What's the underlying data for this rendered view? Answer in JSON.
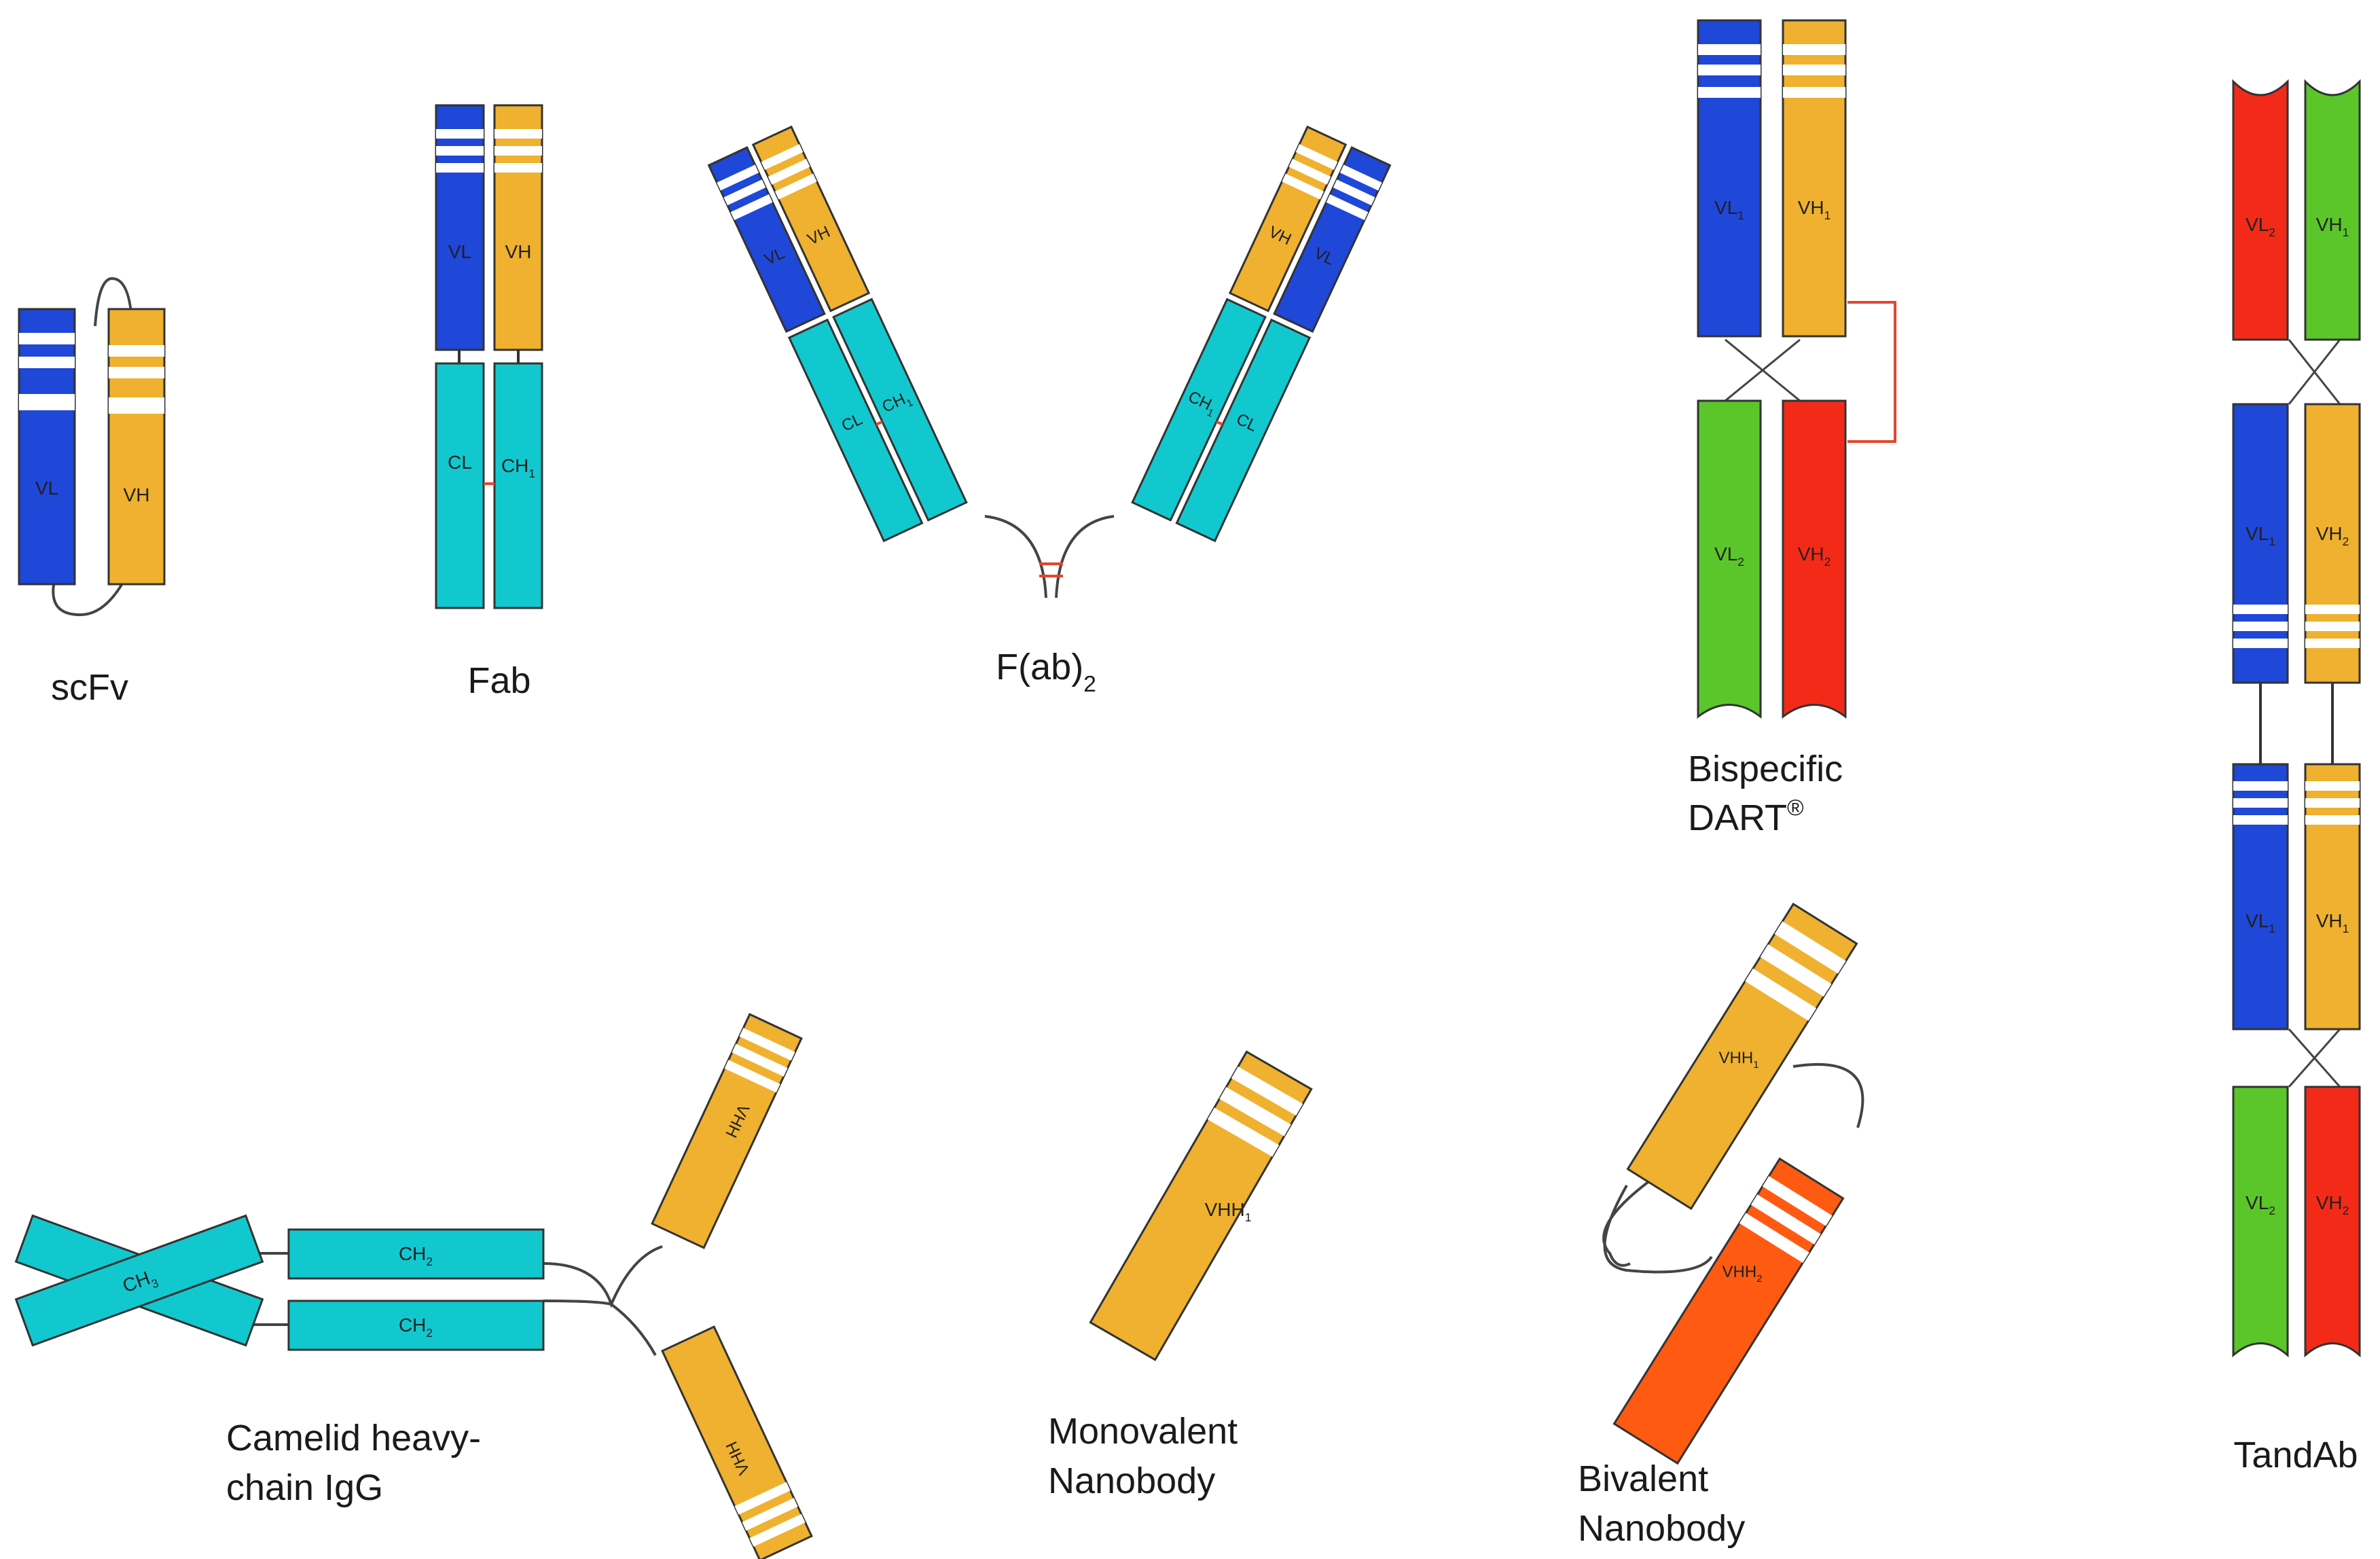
{
  "colors": {
    "vl": "#1f47d8",
    "vh": "#efb12f",
    "const": "#12c8cf",
    "vl2": "#5ac62a",
    "vh2": "#f42a18",
    "vhh2": "#ff5a12",
    "disulfide": "#e8432e",
    "linker": "#444444",
    "cdr": "#ffffff"
  },
  "captions": {
    "scfv": "scFv",
    "fab": "Fab",
    "fab2_main": "F(ab)",
    "fab2_sub": "2",
    "dart_line1": "Bispecific",
    "dart_line2": "DART",
    "dart_mark": "®",
    "tandab": "TandAb",
    "camelid_line1": "Camelid heavy-",
    "camelid_line2": "chain IgG",
    "mono_line1": "Monovalent",
    "mono_line2": "Nanobody",
    "bi_line1": "Bivalent",
    "bi_line2": "Nanobody"
  },
  "domains": {
    "vl": "VL",
    "vh": "VH",
    "cl": "CL",
    "ch": "CH",
    "vhh": "VHH",
    "sub1": "1",
    "sub2": "2",
    "sub3": "3"
  }
}
